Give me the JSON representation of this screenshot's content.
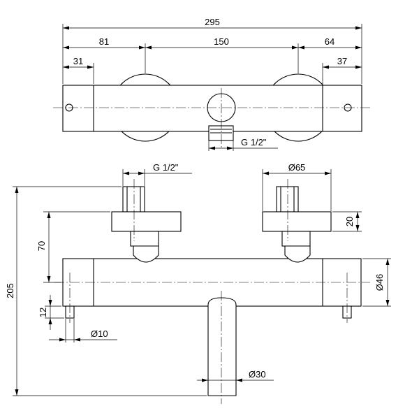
{
  "top_view": {
    "dim_overall": "295",
    "dim_left": "81",
    "dim_middle": "150",
    "dim_right": "64",
    "dim_left_end": "31",
    "dim_right_end": "37",
    "thread_outlet": "G 1/2\""
  },
  "front_view": {
    "thread_inlet": "G 1/2\"",
    "dim_flange_dia": "Ø65",
    "dim_flange_thk": "20",
    "dim_inlet_height": "70",
    "dim_body_dia": "Ø46",
    "dim_total_height": "205",
    "dim_pin_height": "12",
    "dim_pin_dia": "Ø10",
    "dim_spout_dia": "Ø30"
  }
}
